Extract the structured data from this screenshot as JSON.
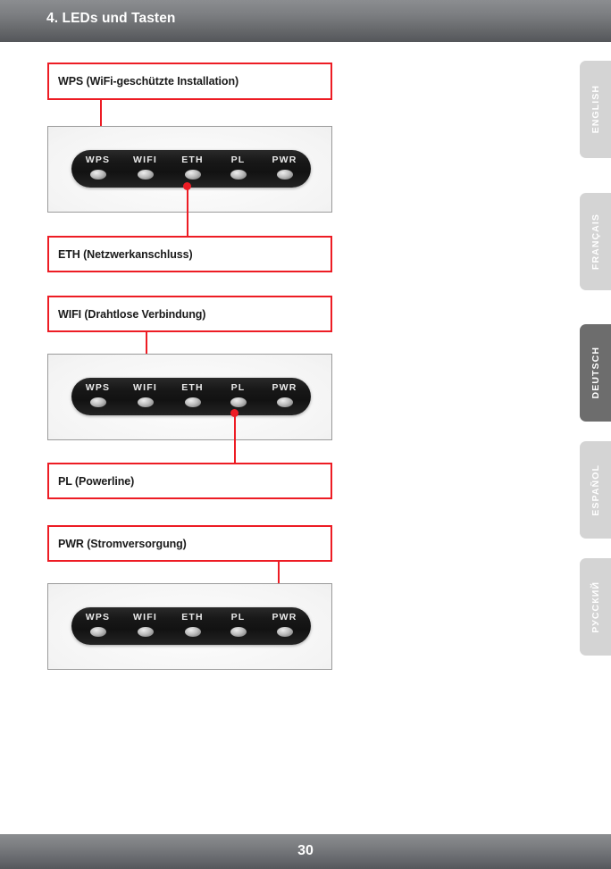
{
  "header": {
    "title": "4. LEDs und Tasten"
  },
  "callouts": [
    {
      "text": "WPS (WiFi-geschützte Installation)"
    },
    {
      "text": "ETH (Netzwerkanschluss)"
    },
    {
      "text": "WIFI (Drahtlose Verbindung)"
    },
    {
      "text": "PL (Powerline)"
    },
    {
      "text": "PWR (Stromversorgung)"
    }
  ],
  "device": {
    "led_labels": [
      "WPS",
      "WIFI",
      "ETH",
      "PL",
      "PWR"
    ]
  },
  "photos": [
    {
      "caption_targets": [
        "WPS",
        "ETH"
      ]
    },
    {
      "caption_targets": [
        "WIFI",
        "PL"
      ]
    },
    {
      "caption_targets": [
        "PWR"
      ]
    }
  ],
  "sidebar": {
    "tabs": [
      {
        "label": "ENGLISH",
        "active": false
      },
      {
        "label": "FRANÇAIS",
        "active": false
      },
      {
        "label": "DEUTSCH",
        "active": true
      },
      {
        "label": "ESPAÑOL",
        "active": false
      },
      {
        "label": "РУССКИЙ",
        "active": false
      }
    ]
  },
  "footer": {
    "page_number": "30"
  },
  "colors": {
    "accent_red": "#ed1c24",
    "header_gray": "#6b6d70",
    "tab_inactive": "#d4d4d4",
    "tab_active": "#6d6d6d"
  }
}
